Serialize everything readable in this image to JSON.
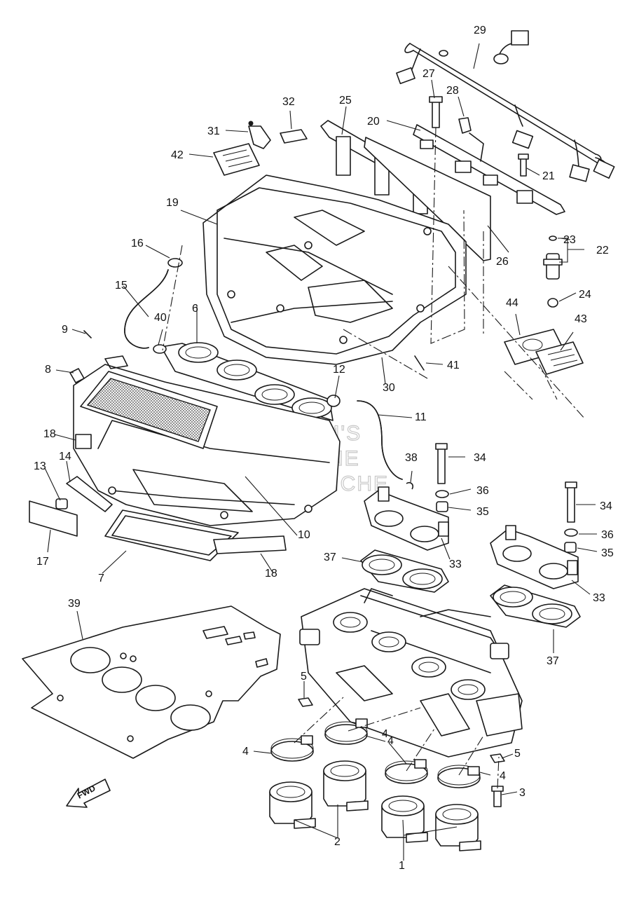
{
  "diagram": {
    "callouts": [
      "1",
      "2",
      "3",
      "4",
      "4",
      "4",
      "4",
      "5",
      "5",
      "6",
      "7",
      "8",
      "9",
      "10",
      "11",
      "12",
      "13",
      "14",
      "15",
      "16",
      "17",
      "18",
      "18",
      "19",
      "20",
      "21",
      "22",
      "23",
      "24",
      "25",
      "26",
      "27",
      "28",
      "29",
      "30",
      "31",
      "32",
      "33",
      "33",
      "34",
      "34",
      "35",
      "35",
      "36",
      "36",
      "37",
      "37",
      "38",
      "39",
      "40",
      "41",
      "42",
      "43",
      "44"
    ],
    "watermark": [
      "HLSM'S",
      "ONLINE",
      "MICROFICHE"
    ],
    "fwd_label": "FWD"
  }
}
